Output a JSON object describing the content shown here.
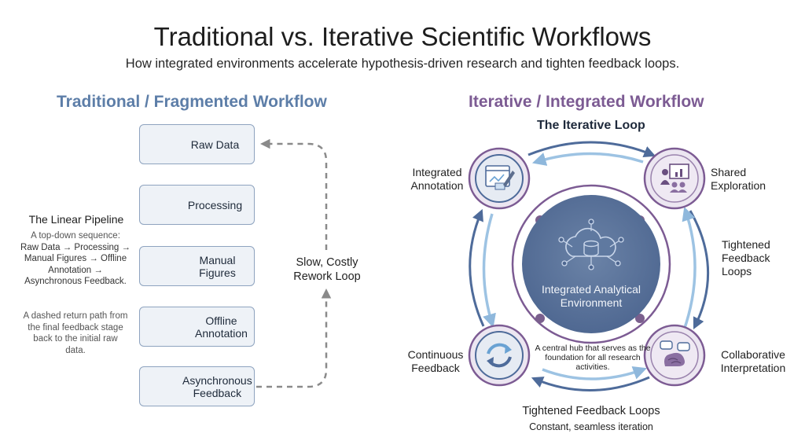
{
  "title": "Traditional vs. Iterative Scientific Workflows",
  "subtitle": "How integrated environments accelerate hypothesis-driven research and tighten feedback loops.",
  "left": {
    "heading": "Traditional / Fragmented Workflow",
    "steps": [
      {
        "label": "Raw Data",
        "icon": "database-icon"
      },
      {
        "label": "Processing",
        "icon": "gear-icon"
      },
      {
        "label": "Manual Figures",
        "icon": "chart-magnifier-icon"
      },
      {
        "label": "Offline Annotation",
        "icon": "clipboard-pen-icon"
      },
      {
        "label": "Asynchronous Feedback",
        "icon": "chat-clock-icon"
      }
    ],
    "pipeline_title": "The Linear Pipeline",
    "pipeline_intro": "A top-down sequence:",
    "pipeline_sequence": "Raw Data → Processing → Manual Figures → Offline Annotation → Asynchronous Feedback.",
    "return_desc": "A dashed return path from the final feedback stage back to the initial raw data.",
    "rework_label": "Slow, Costly Rework Loop"
  },
  "right": {
    "heading": "Iterative / Integrated Workflow",
    "loop_title": "The Iterative Loop",
    "hub_label": "Integrated Analytical Environment",
    "hub_desc": "A central hub that serves as the foundation for all research activities.",
    "nodes": {
      "annotation": {
        "label": "Integrated Annotation",
        "icon": "editor-pen-icon"
      },
      "exploration": {
        "label": "Shared Exploration",
        "icon": "presentation-icon"
      },
      "feedback": {
        "label": "Continuous Feedback",
        "icon": "cycle-arrows-icon"
      },
      "interpretation": {
        "label": "Collaborative Interpretation",
        "icon": "brain-chat-icon"
      }
    },
    "side_label": "Tightened Feedback Loops",
    "bottom_title": "Tightened Feedback Loops",
    "bottom_sub": "Constant, seamless iteration"
  },
  "colors": {
    "traditional": "#5d7ea8",
    "integrated": "#7c5b93",
    "hub": "#5b7296",
    "arrow_dark": "#4e6b9a",
    "arrow_light": "#9dc3e3"
  }
}
